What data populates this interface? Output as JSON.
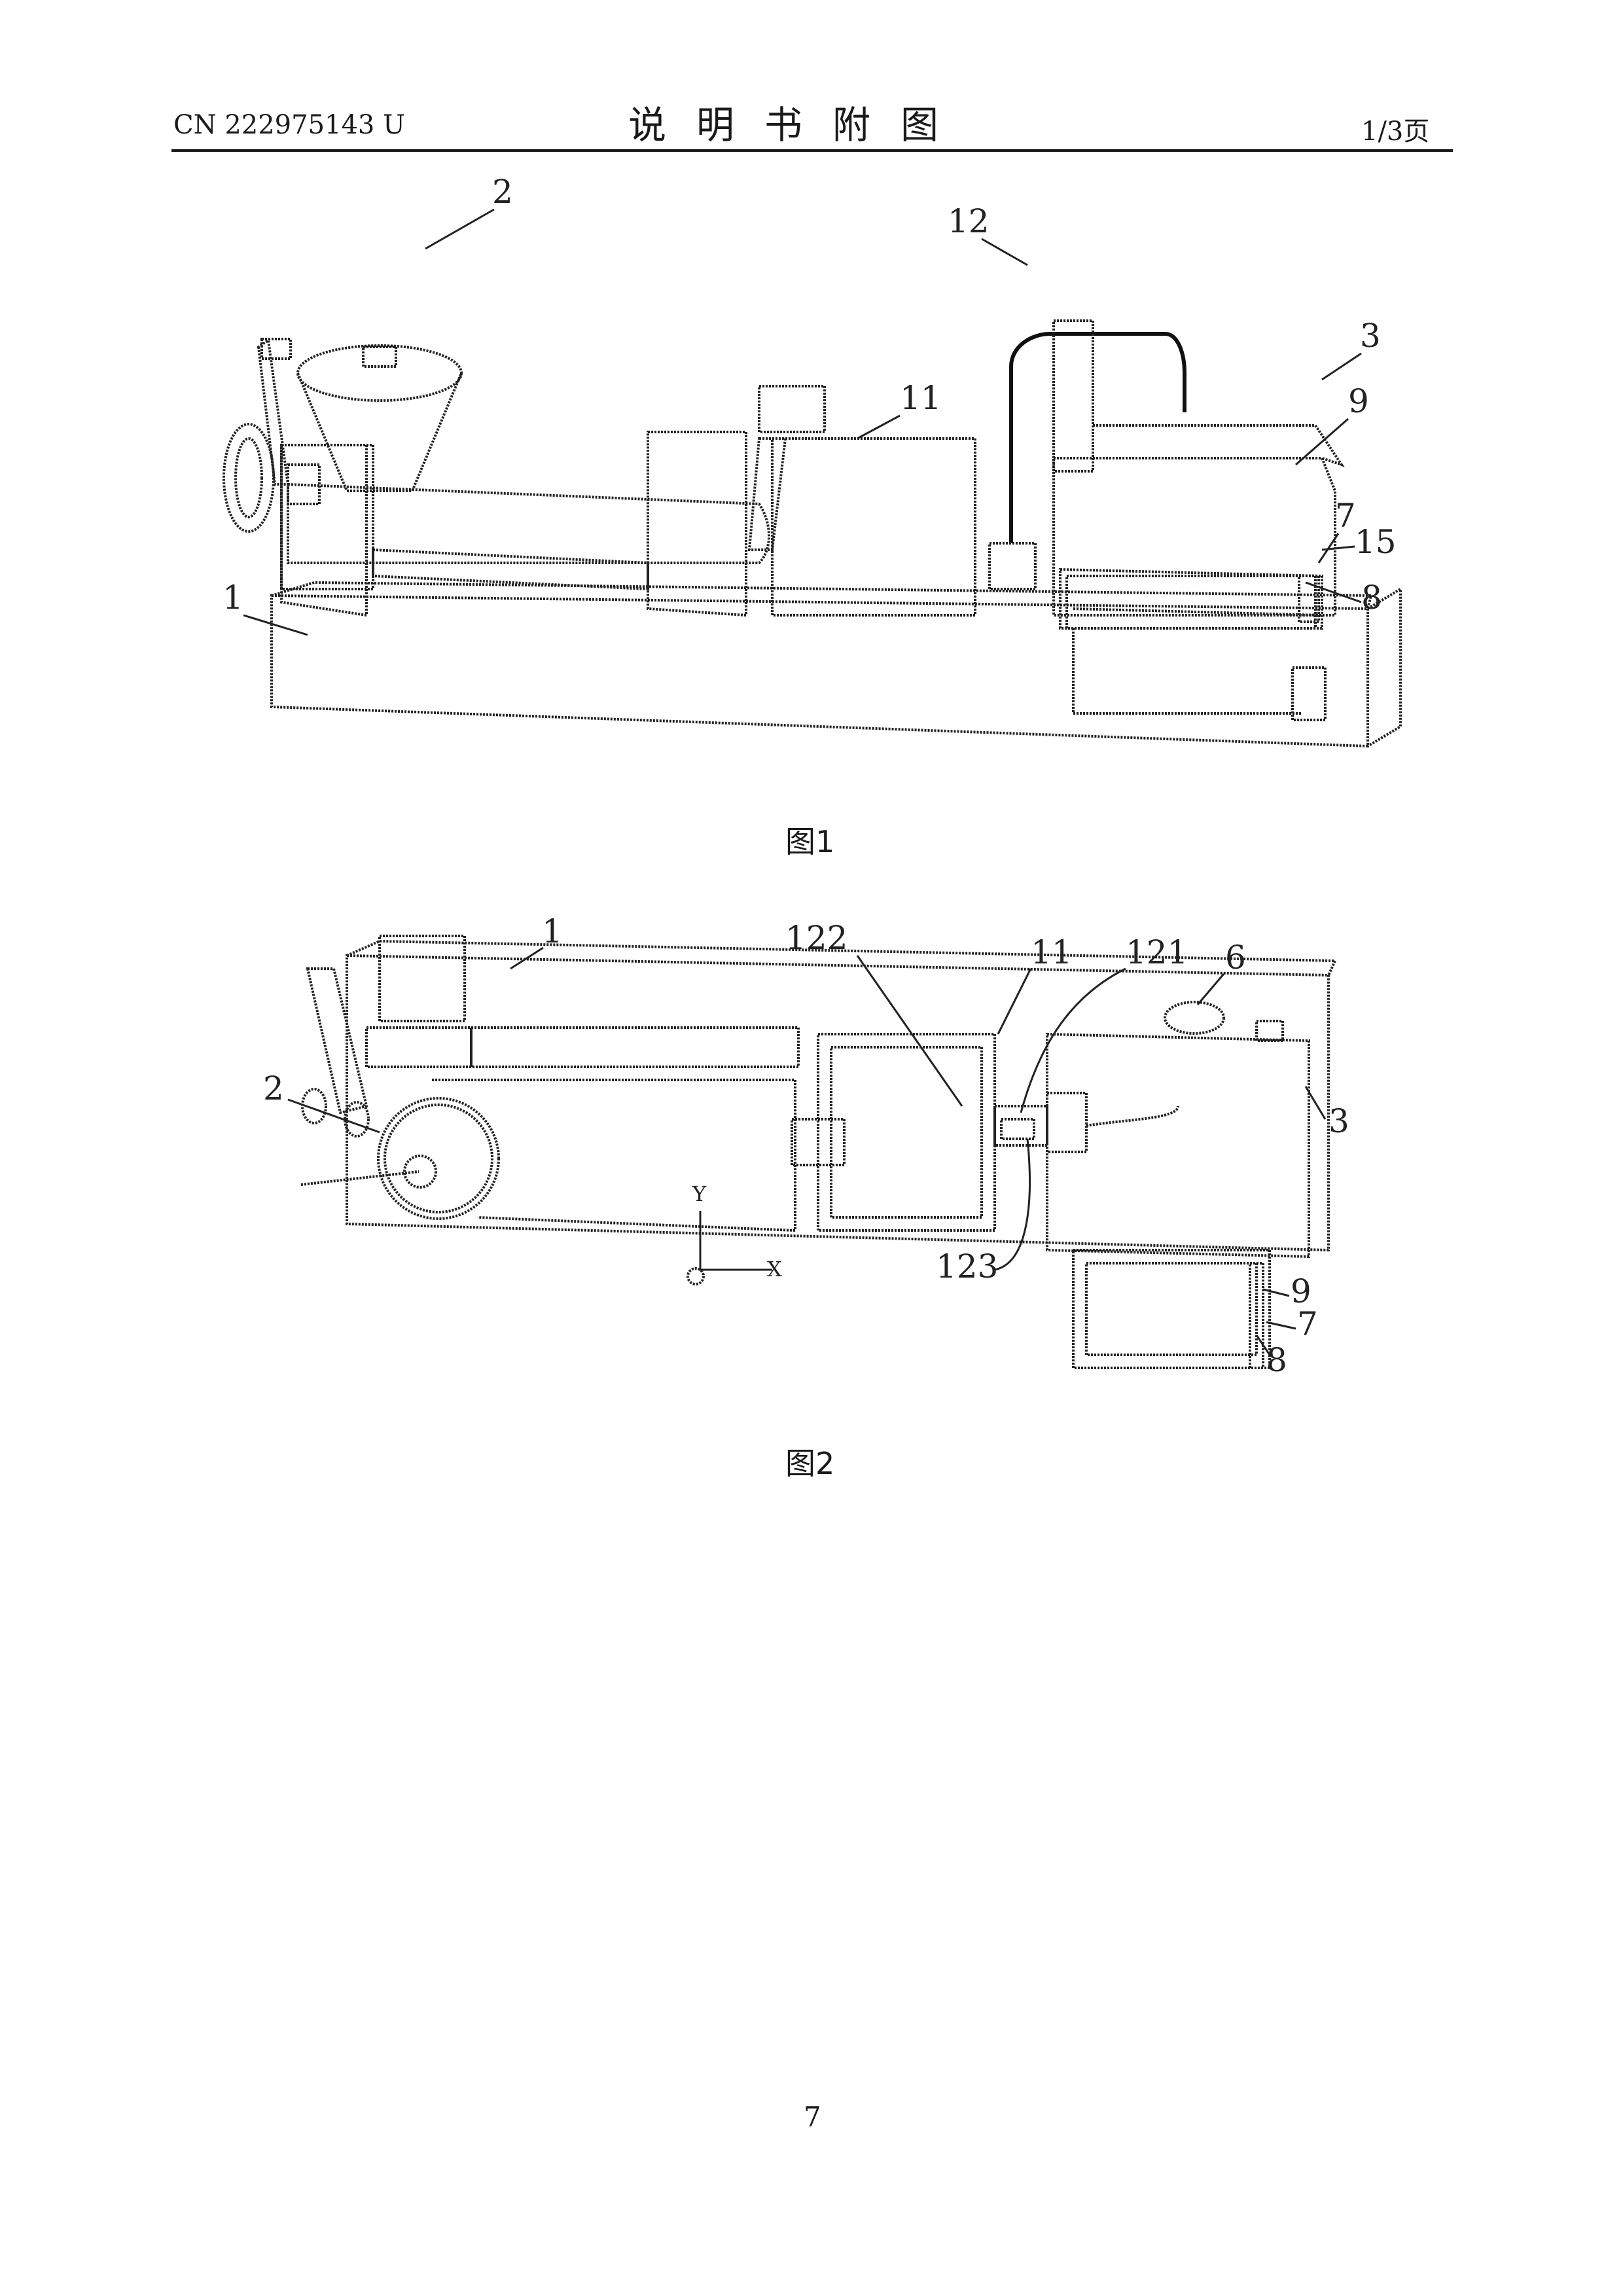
{
  "header": {
    "doc_number": "CN 222975143 U",
    "title": "说明书附图",
    "page_of": "1/3页"
  },
  "figure1": {
    "caption": "图1",
    "labels": [
      "1",
      "2",
      "3",
      "7",
      "8",
      "9",
      "11",
      "12",
      "15"
    ]
  },
  "figure2": {
    "caption": "图2",
    "labels": [
      "1",
      "2",
      "3",
      "6",
      "7",
      "8",
      "9",
      "11",
      "121",
      "122",
      "123"
    ],
    "axis_labels": [
      "Y",
      "X"
    ]
  },
  "footer": {
    "page_number": "7"
  }
}
